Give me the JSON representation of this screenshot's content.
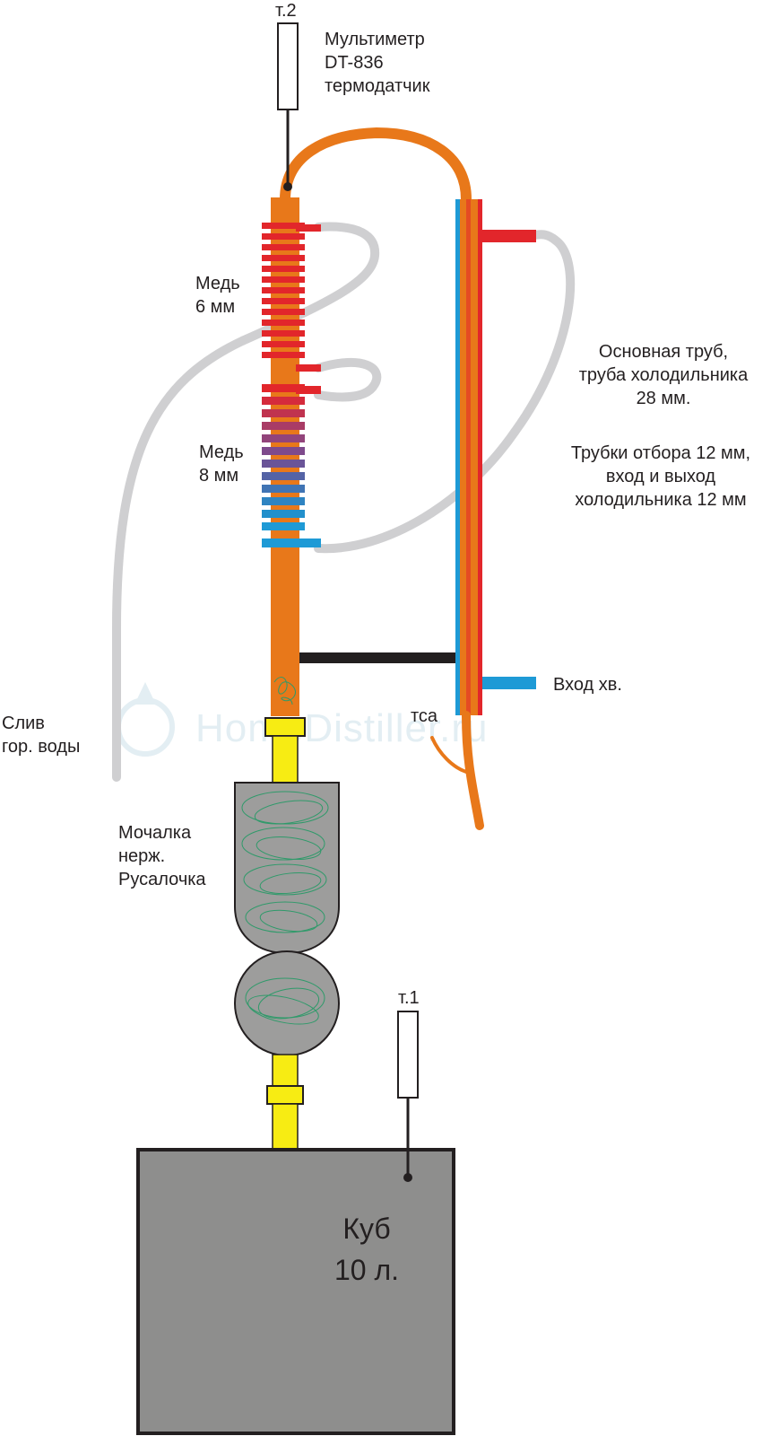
{
  "labels": {
    "sensor_top_tag": "т.2",
    "multimeter": [
      "Мультиметр",
      "DT-836",
      "термодатчик"
    ],
    "copper_6": [
      "Медь",
      "6 мм"
    ],
    "copper_8": [
      "Медь",
      "8 мм"
    ],
    "main_pipe": [
      "Основная труб,",
      "труба холодильника",
      "28 мм."
    ],
    "tubes": [
      "Трубки отбора 12 мм,",
      "вход и выход",
      "холодильника 12 мм"
    ],
    "cold_inlet": "Вход хв.",
    "tsa": "тса",
    "drain": [
      "Слив",
      "гор. воды"
    ],
    "scrubber": [
      "Мочалка",
      "нерж.",
      "Русалочка"
    ],
    "sensor_bottom_tag": "т.1",
    "boiler": [
      "Куб",
      "10 л."
    ]
  },
  "watermark": "HomeDistiller.ru",
  "colors": {
    "column": "#e8781a",
    "hot": "#e2262b",
    "cold": "#1e9ad6",
    "hose": "#cfcfd1",
    "connector": "#f7ec13",
    "tank": "#8e8e8d",
    "scrubber_fill": "#9d9d9c",
    "mesh": "#2f9a6a"
  }
}
